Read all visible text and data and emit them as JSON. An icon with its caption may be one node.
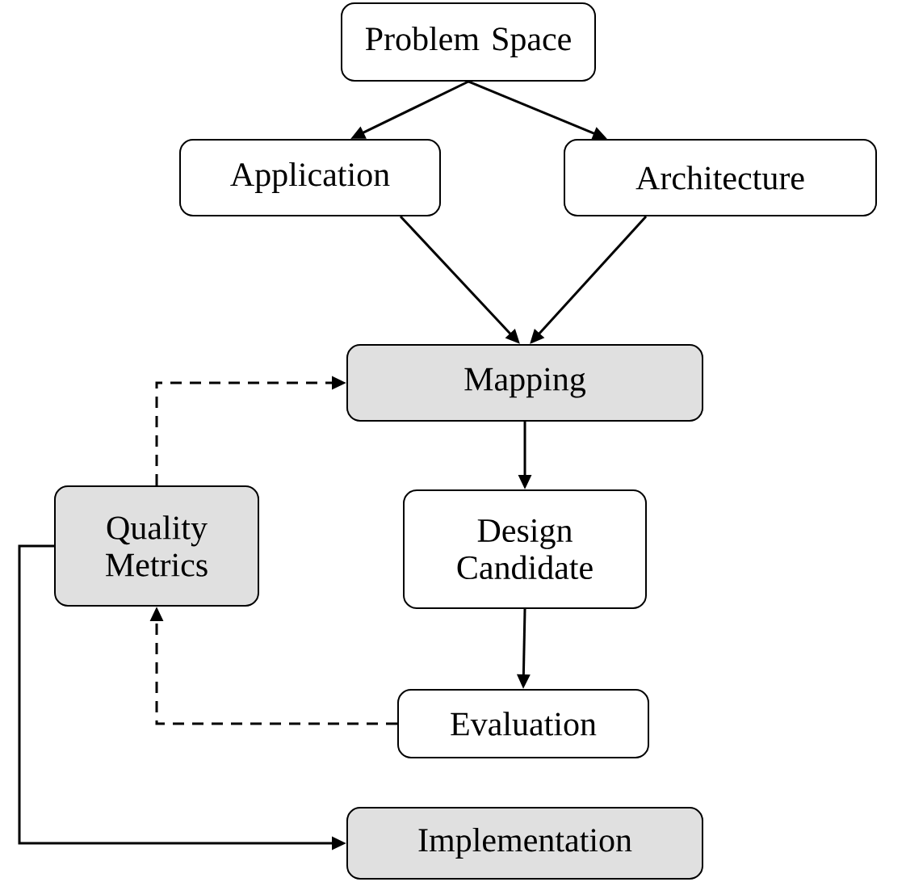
{
  "diagram": {
    "nodes": [
      {
        "text": [
          "Problem Space"
        ]
      },
      {
        "text": [
          "Application"
        ]
      },
      {
        "text": [
          "Architecture"
        ]
      },
      {
        "text": [
          "Mapping"
        ]
      },
      {
        "text": [
          "Quality Metrics"
        ]
      },
      {
        "text": [
          "Design Candidate"
        ]
      },
      {
        "text": [
          "Evaluation"
        ]
      },
      {
        "text": [
          "Implementation"
        ]
      }
    ],
    "edges": [
      {
        "from": 0,
        "to": 1,
        "arrow": "to"
      },
      {
        "from": 0,
        "to": 2,
        "arrow": "to"
      },
      {
        "from": 1,
        "to": 3,
        "arrow": "to"
      },
      {
        "from": 2,
        "to": 3,
        "arrow": "to"
      },
      {
        "from": 3,
        "to": 5,
        "arrow": "to"
      },
      {
        "from": 5,
        "to": 6,
        "arrow": "to"
      },
      {
        "from": 6,
        "to": 4,
        "arrow": "to",
        "style": "dashed"
      },
      {
        "from": 4,
        "to": 3,
        "arrow": "to",
        "style": "dashed"
      },
      {
        "from": 4,
        "to": 7,
        "arrow": "to"
      }
    ]
  }
}
